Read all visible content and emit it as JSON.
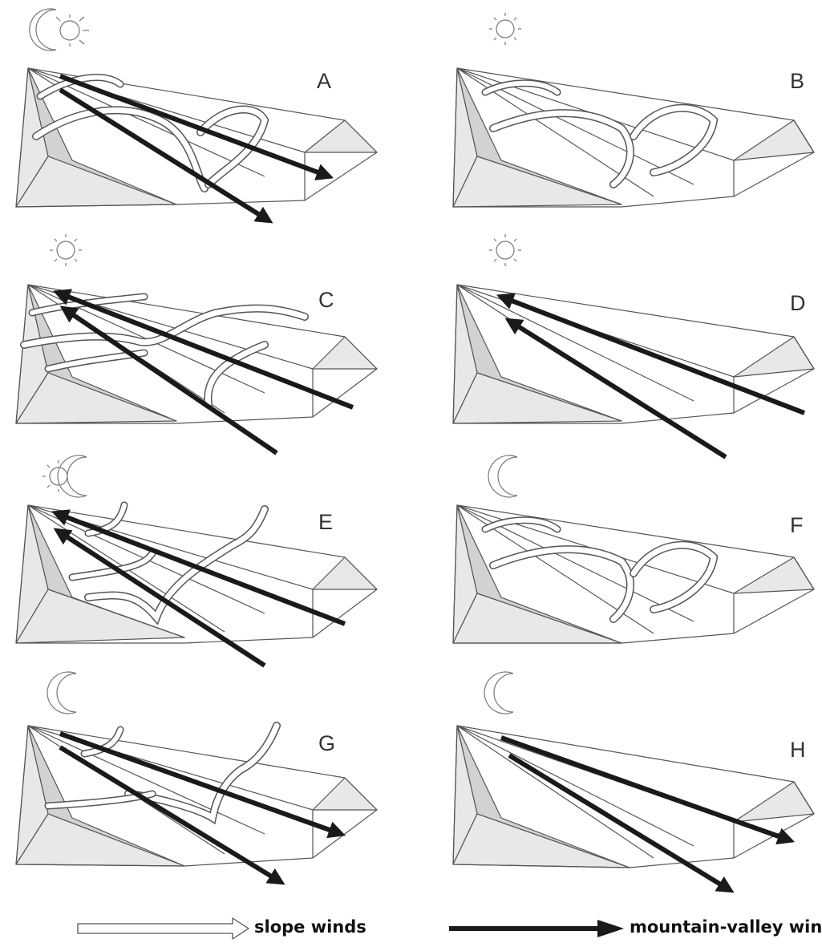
{
  "panels": [
    {
      "id": "A",
      "label": "A",
      "time_icon": "moon-sun-icon",
      "winds": [
        "slope-upslope-downslope-mixed",
        "mountain-valley-downvalley"
      ]
    },
    {
      "id": "B",
      "label": "B",
      "time_icon": "sun-icon",
      "winds": [
        "slope-upslope"
      ]
    },
    {
      "id": "C",
      "label": "C",
      "time_icon": "sun-icon",
      "winds": [
        "slope-upslope",
        "mountain-valley-upvalley"
      ]
    },
    {
      "id": "D",
      "label": "D",
      "time_icon": "sun-icon",
      "winds": [
        "mountain-valley-upvalley"
      ]
    },
    {
      "id": "E",
      "label": "E",
      "time_icon": "sun-moon-icon",
      "winds": [
        "slope-downslope",
        "mountain-valley-upvalley"
      ]
    },
    {
      "id": "F",
      "label": "F",
      "time_icon": "moon-icon",
      "winds": [
        "slope-downslope"
      ]
    },
    {
      "id": "G",
      "label": "G",
      "time_icon": "moon-icon",
      "winds": [
        "slope-downslope",
        "mountain-valley-downvalley"
      ]
    },
    {
      "id": "H",
      "label": "H",
      "time_icon": "moon-icon",
      "winds": [
        "mountain-valley-downvalley"
      ]
    }
  ],
  "legend": {
    "slope_label": "slope winds",
    "valley_label": "mountain-valley winds"
  },
  "colors": {
    "shade_dark": "#d2d2d2",
    "shade_light": "#e8e8e8",
    "line": "#555555",
    "dark_arrow": "#1a1a1a",
    "hollow_arrow_fill": "#ffffff"
  }
}
